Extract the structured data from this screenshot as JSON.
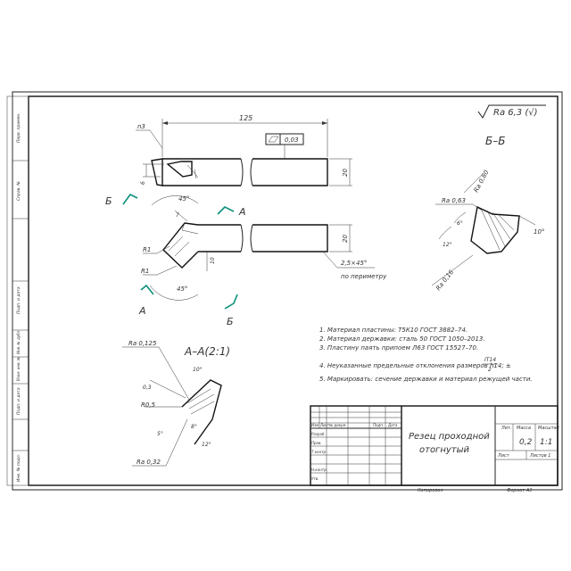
{
  "roughness_general": "Ra 6,3 (√)",
  "dims": {
    "len_125": "125",
    "n3": "n3",
    "flat_003": "0,03",
    "h20_top": "20",
    "h20_bot": "20",
    "six": "6",
    "ang45_top": "45°",
    "seven": "7",
    "ten": "10",
    "r1_a": "R1",
    "r1_b": "R1",
    "ang45_bot": "45°",
    "chamfer": "2,5×45°",
    "perimeter": "по периметру",
    "rough_063": "Ra 0,63",
    "rough_080": "Ra 0,80",
    "ang6": "6°",
    "ang12": "12°",
    "ang10": "10°",
    "rough_016": "Ra 0,16",
    "rough_0125": "Ra 0,125",
    "ang10s": "10°",
    "d03": "0,3",
    "r05": "R0,5",
    "ang5": "5°",
    "ang8": "8°",
    "ang12s": "12°",
    "rough_032": "Ra 0,32"
  },
  "section_labels": {
    "b_left": "Б",
    "a_right": "А",
    "a_left": "А",
    "b_bottom": "Б",
    "bb_title": "Б–Б",
    "aa_title": "А–А(2:1)"
  },
  "notes": [
    "1. Материал пластины: Т5К10 ГОСТ 3882–74.",
    "2. Материал державки: сталь 50 ГОСТ 1050–2013.",
    "3. Пластину паять припоем Л63 ГОСТ 15527–70.",
    "4. Неуказанные предельные отклонения размеров h14; ±",
    "5. Маркировать: сечение державки и материал режущей части."
  ],
  "tolerance_fraction": {
    "num": "IT14",
    "den": "2"
  },
  "title_block": {
    "name_line1": "Резец проходной",
    "name_line2": "отогнутый",
    "col_lit": "Лит.",
    "col_mass": "Масса",
    "col_scale": "Масштаб",
    "mass": "0,2",
    "scale": "1:1",
    "sheet": "Лист",
    "sheets": "Листов 1",
    "copied": "Копировал",
    "format": "Формат  А3",
    "hdr": [
      "Изм",
      "Лист",
      "№ докум.",
      "Подп.",
      "Дата"
    ],
    "rows": [
      "Разраб.",
      "Пров.",
      "Т.контр.",
      "",
      "Н.контр.",
      "Утв."
    ]
  },
  "side_stamp": [
    "Перв. примен.",
    "Справ. №",
    "Подп. и дата",
    "Инв. № дубл.",
    "Взам. инв. №",
    "Подп. и дата",
    "Инв. № подл."
  ]
}
